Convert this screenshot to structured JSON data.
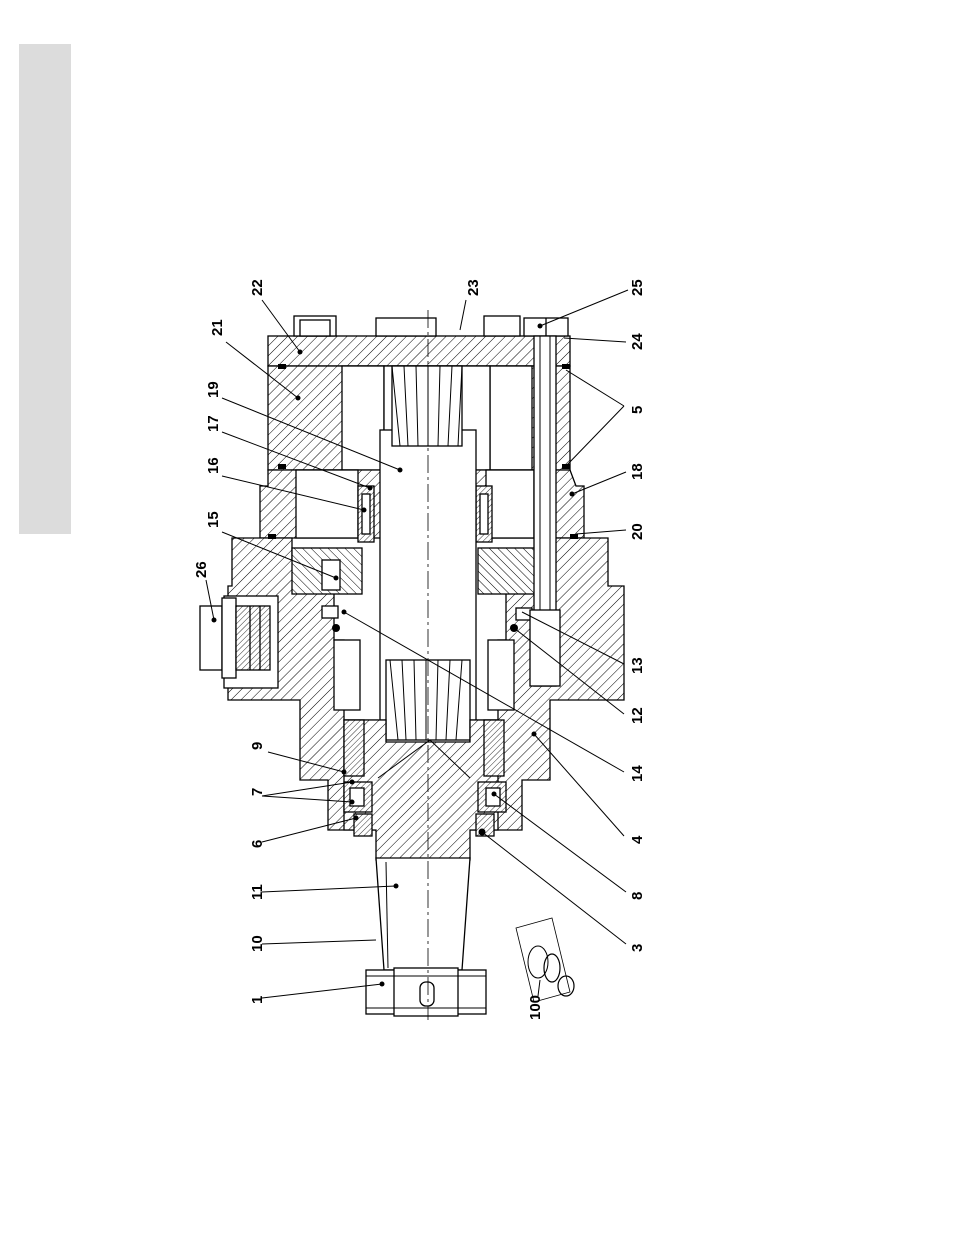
{
  "page": {
    "background": "#ffffff",
    "side_tab_color": "#dcdcdc"
  },
  "callouts": {
    "c1": "1",
    "c3": "3",
    "c4": "4",
    "c5": "5",
    "c6": "6",
    "c7": "7",
    "c8": "8",
    "c9": "9",
    "c10": "10",
    "c11": "11",
    "c12": "12",
    "c13": "13",
    "c14": "14",
    "c15": "15",
    "c16": "16",
    "c17": "17",
    "c18": "18",
    "c19": "19",
    "c20": "20",
    "c21": "21",
    "c22": "22",
    "c23": "23",
    "c24": "24",
    "c25": "25",
    "c26": "26",
    "c100": "100"
  }
}
